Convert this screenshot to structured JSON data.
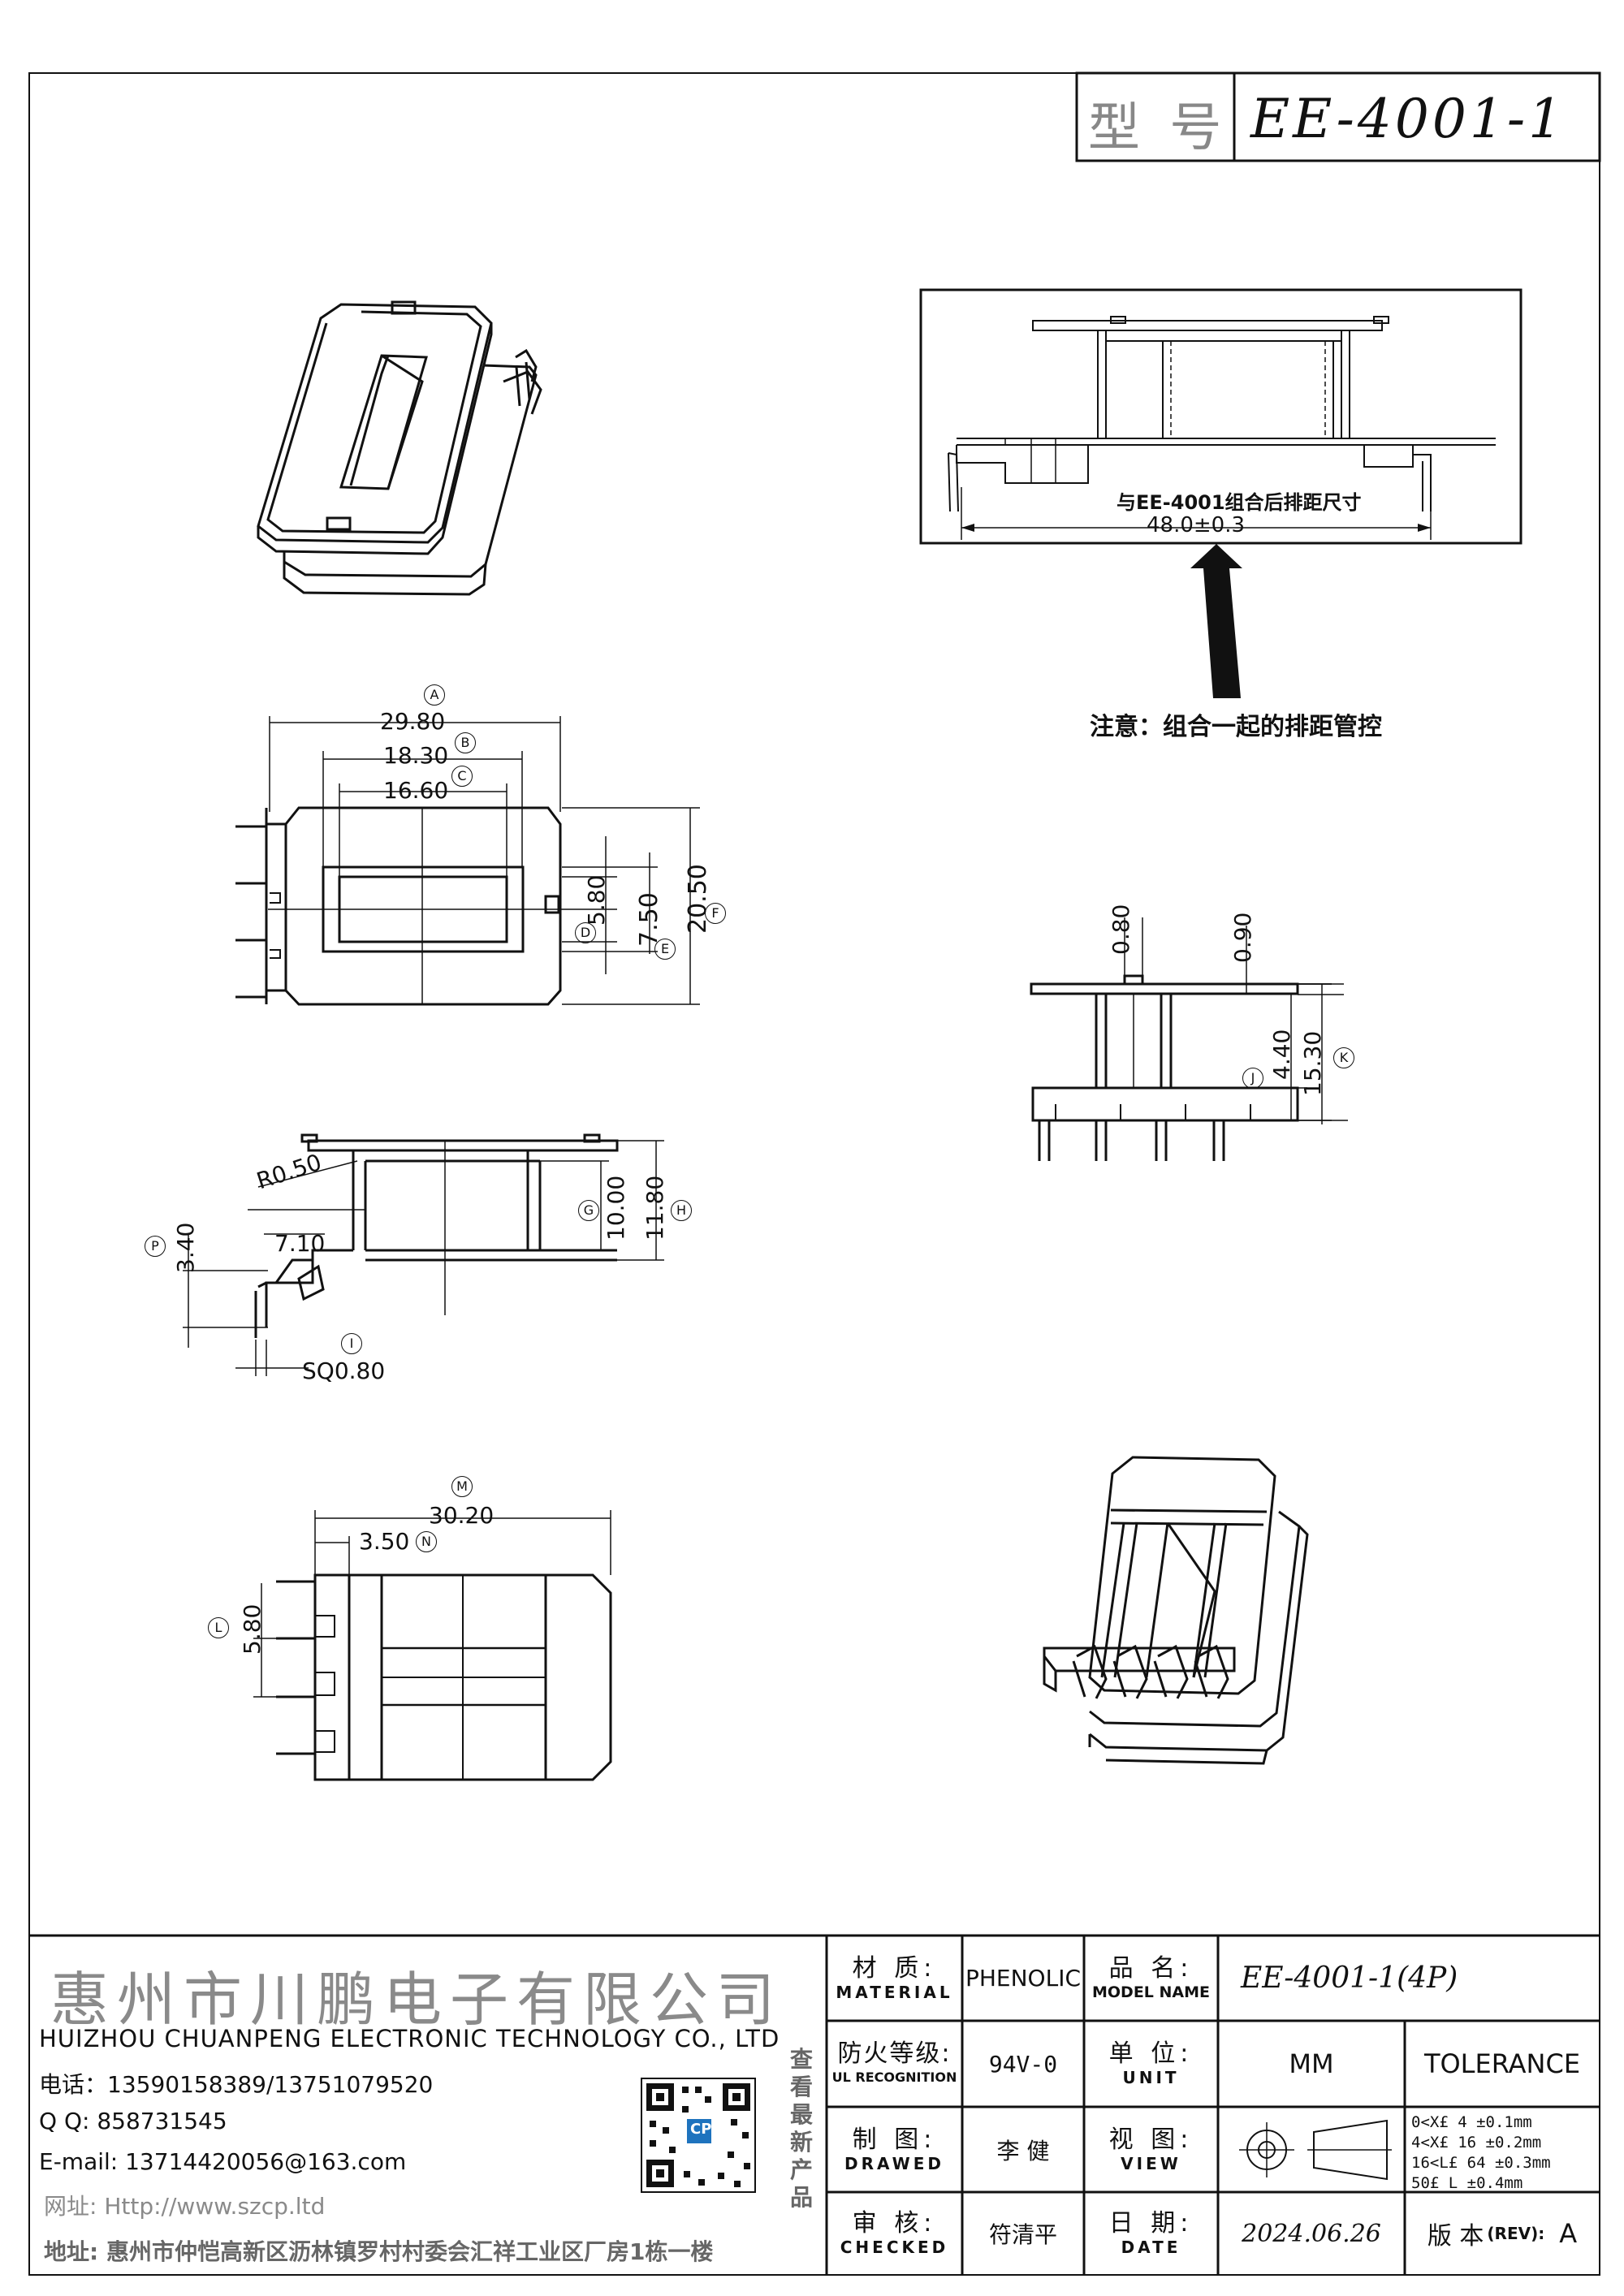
{
  "header": {
    "model_label": "型 号",
    "model_number": "EE-4001-1"
  },
  "assembly_inset": {
    "caption": "与EE-4001组合后排距尺寸",
    "dimension": "48.0±0.3",
    "note": "注意：组合一起的排距管控"
  },
  "top_view_dims": {
    "A_value": "29.80",
    "A_mark": "A",
    "B_value": "18.30",
    "B_mark": "B",
    "C_value": "16.60",
    "C_mark": "C",
    "D_value": "5.80",
    "D_mark": "D",
    "E_value": "7.50",
    "E_mark": "E",
    "F_value": "20.50",
    "F_mark": "F"
  },
  "side_view_dims": {
    "radius": "R0.50",
    "P_value": "3.40",
    "P_mark": "P",
    "offset": "7.10",
    "G_value": "10.00",
    "G_mark": "G",
    "H_value": "11.80",
    "H_mark": "H",
    "I_mark": "I",
    "pin": "SQ0.80"
  },
  "bottom_view_dims": {
    "M_value": "30.20",
    "M_mark": "M",
    "N_value": "3.50",
    "N_mark": "N",
    "L_value": "5.80",
    "L_mark": "L"
  },
  "end_view_dims": {
    "top_a": "0.80",
    "top_b": "0.90",
    "J_value": "4.40",
    "J_mark": "J",
    "K_value": "15.30",
    "K_mark": "K"
  },
  "company": {
    "name_cn": "惠州市川鹏电子有限公司",
    "name_en": "HUIZHOU CHUANPENG ELECTRONIC TECHNOLOGY CO., LTD",
    "phone": "电话：13590158389/13751079520",
    "qq": "Q Q:  858731545",
    "email": "E-mail: 13714420056@163.com",
    "website": "网址: Http://www.szcp.ltd",
    "address": "地址: 惠州市仲恺高新区沥林镇罗村村委会汇祥工业区厂房1栋一楼",
    "qr_caption": "查看最新产品",
    "qr_logo": "CP"
  },
  "title_block": {
    "material_cn": "材 质:",
    "material_en": "MATERIAL",
    "material_value": "PHENOLIC",
    "model_cn": "品 名:",
    "model_en": "MODEL NAME",
    "model_value": "EE-4001-1(4P)",
    "fire_cn": "防火等级:",
    "fire_en": "UL RECOGNITION",
    "fire_value": "94V-0",
    "unit_cn": "单 位:",
    "unit_en": "UNIT",
    "unit_value": "MM",
    "tolerance_label": "TOLERANCE",
    "drawn_cn": "制 图:",
    "drawn_en": "DRAWED",
    "drawn_value": "李 健",
    "view_cn": "视 图:",
    "view_en": "VIEW",
    "checked_cn": "审 核:",
    "checked_en": "CHECKED",
    "checked_value": "符清平",
    "date_cn": "日 期:",
    "date_en": "DATE",
    "date_value": "2024.06.26",
    "rev_label": "版 本",
    "rev_en": "(REV):",
    "rev_value": "A",
    "tolerances": [
      "0<X£ 4   ±0.1mm",
      "4<X£ 16  ±0.2mm",
      "16<L£ 64 ±0.3mm",
      "50£ L    ±0.4mm"
    ]
  }
}
